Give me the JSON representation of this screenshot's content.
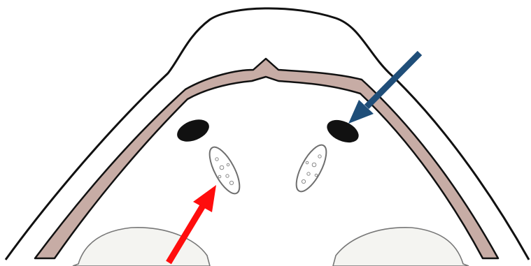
{
  "figure": {
    "colors": {
      "background": "#ffffff",
      "outline": "#111111",
      "tissue_band": "#c7aca5",
      "dark_oval": "#111111",
      "speckled_oval_outline": "#6f6f6f",
      "lower_lobe_fill": "#f4f4f1",
      "red_arrow": "#ff0d0d",
      "blue_arrow": "#1f4e79"
    },
    "parts": [
      "outer-contour",
      "tissue-band",
      "left-dark-oval",
      "right-dark-oval",
      "left-speckled-oval",
      "right-speckled-oval",
      "left-lower-lobe",
      "right-lower-lobe",
      "red-arrow",
      "blue-arrow"
    ]
  }
}
